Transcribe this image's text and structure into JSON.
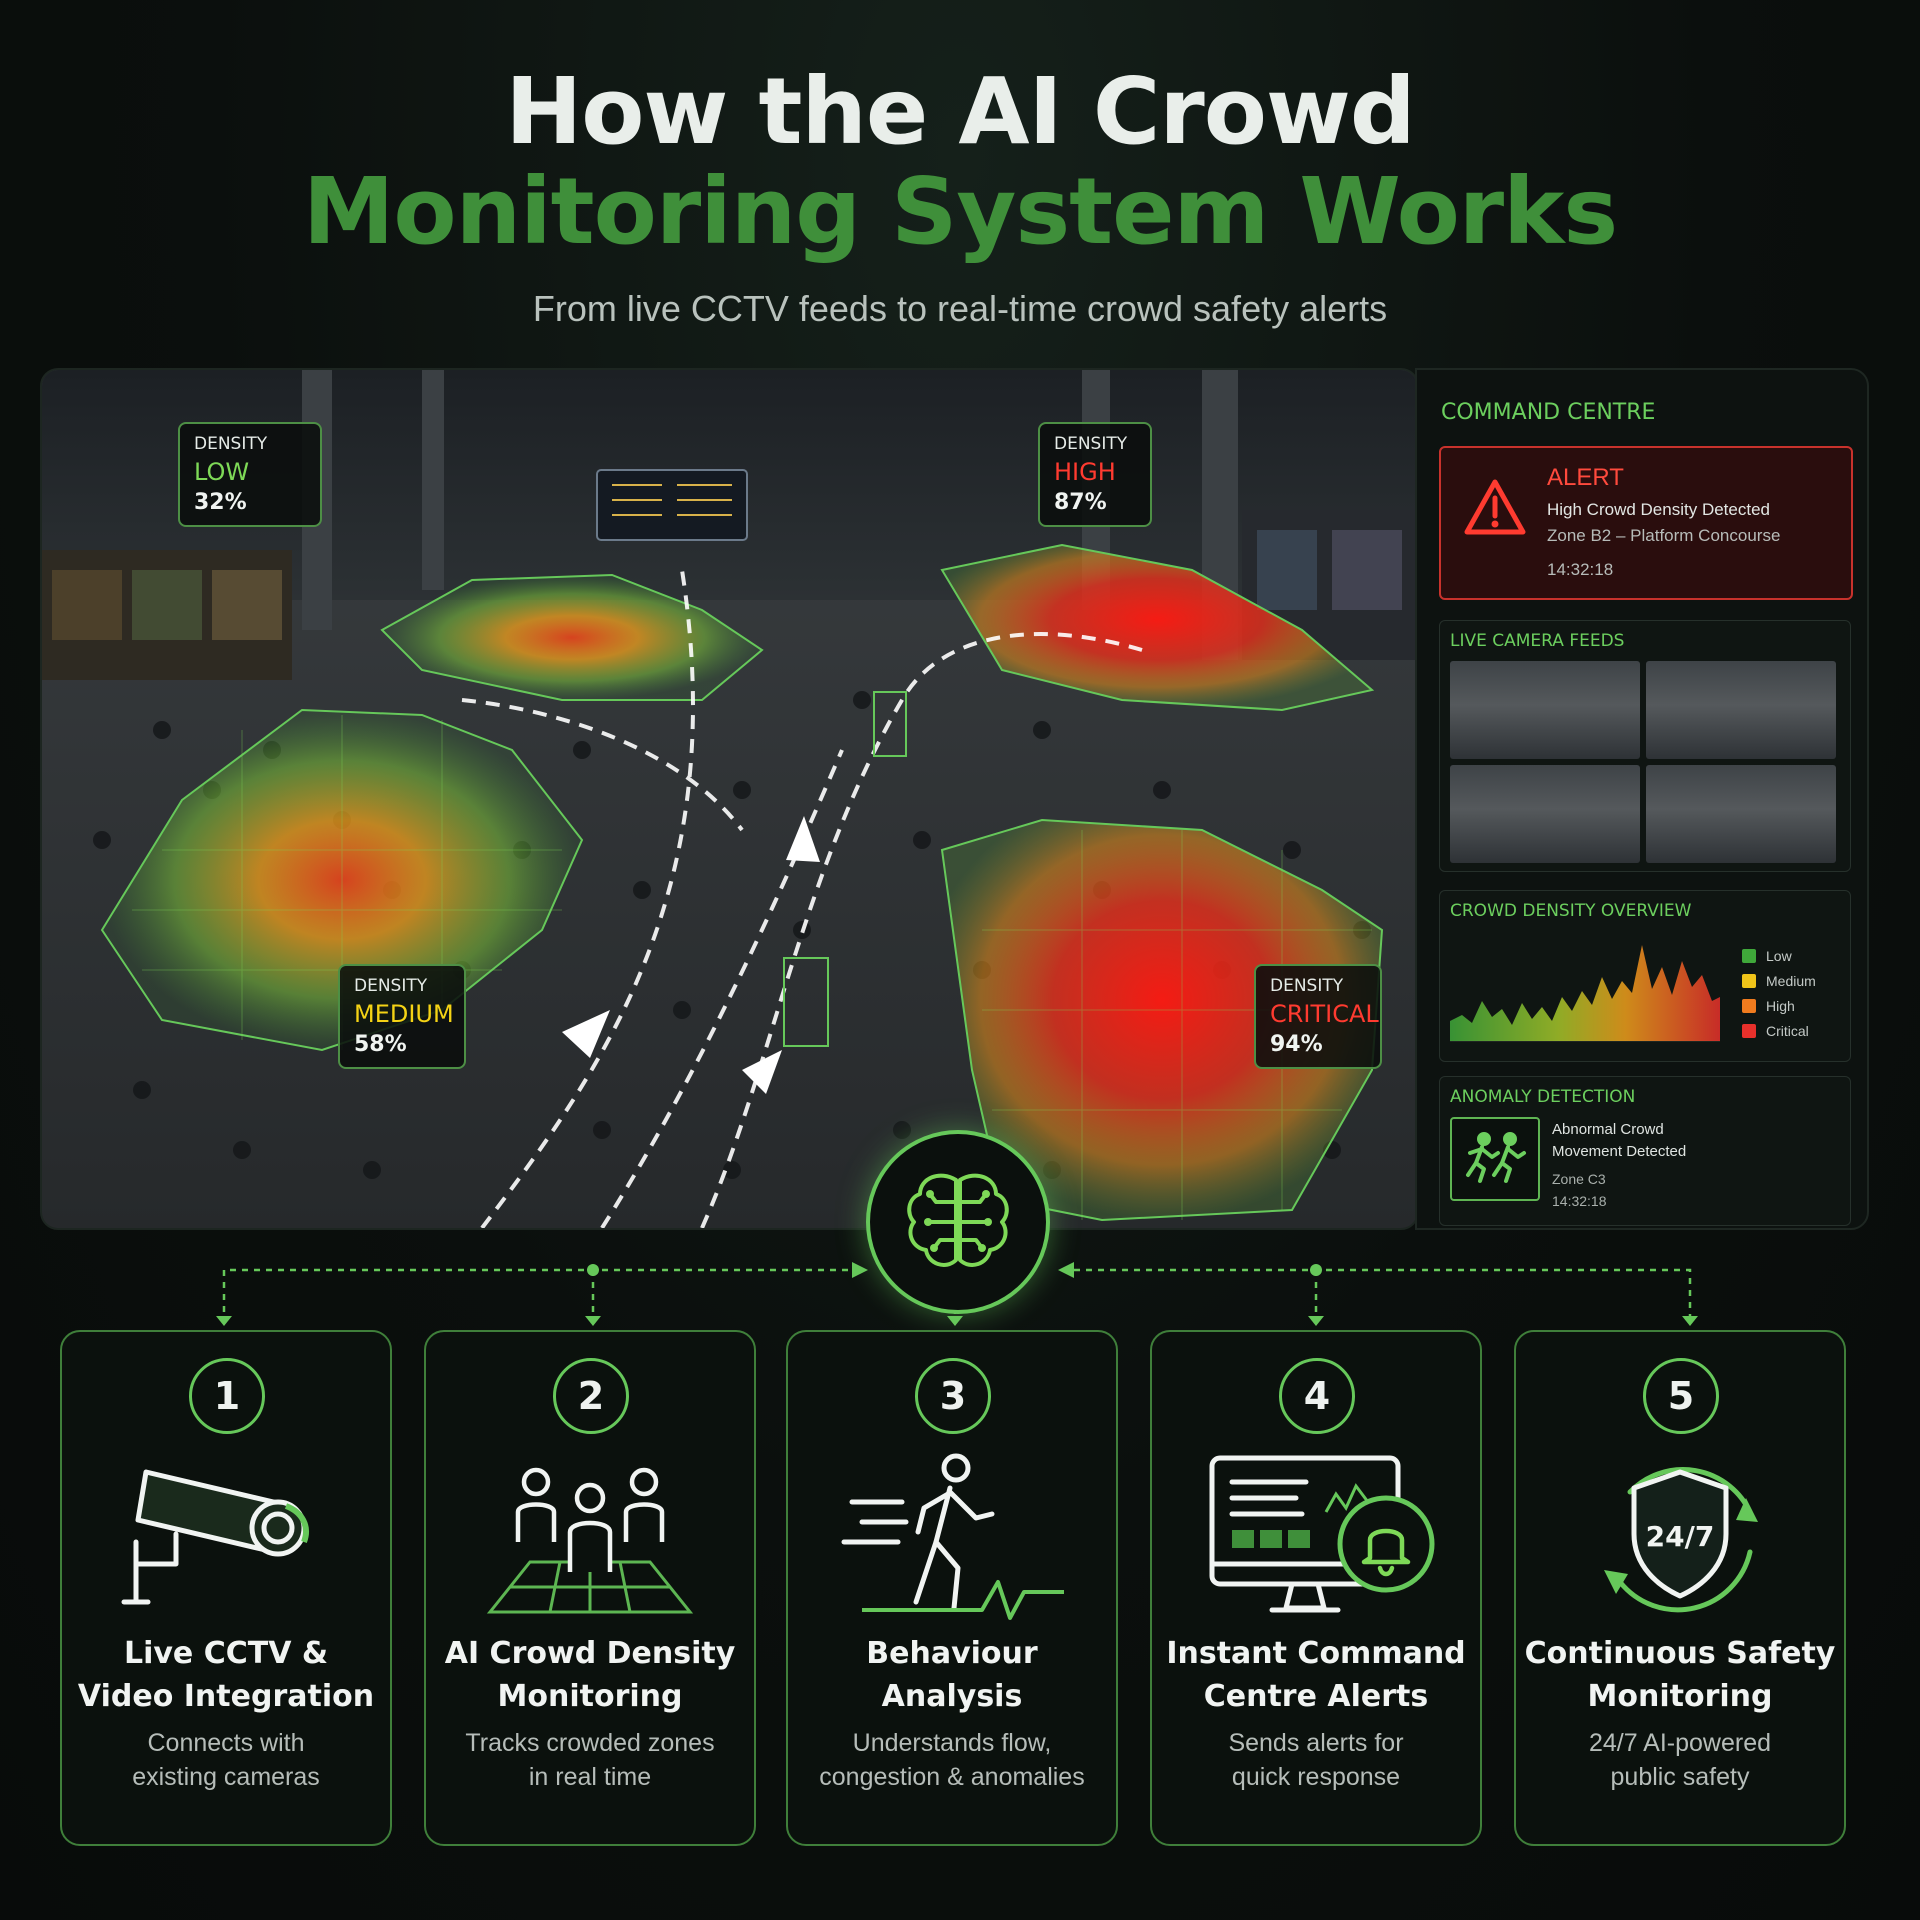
{
  "header": {
    "title_line1": "How the AI Crowd",
    "title_line2": "Monitoring System Works",
    "subtitle": "From live CCTV feeds to real-time crowd safety alerts"
  },
  "scene": {
    "density_key": "DENSITY",
    "zones": [
      {
        "level": "LOW",
        "value": "32%",
        "color": "#7ed957"
      },
      {
        "level": "HIGH",
        "value": "87%",
        "color": "#ff3b30"
      },
      {
        "level": "MEDIUM",
        "value": "58%",
        "color": "#f5d315"
      },
      {
        "level": "CRITICAL",
        "value": "94%",
        "color": "#ff3b30"
      }
    ]
  },
  "command_centre": {
    "title": "COMMAND CENTRE",
    "alert": {
      "title": "ALERT",
      "message": "High Crowd Density Detected",
      "location": "Zone B2 – Platform Concourse",
      "time": "14:32:18"
    },
    "feeds_title": "LIVE CAMERA FEEDS",
    "density_title": "CROWD DENSITY OVERVIEW",
    "legend": [
      {
        "label": "Low",
        "color": "#3fa83a"
      },
      {
        "label": "Medium",
        "color": "#f0c419"
      },
      {
        "label": "High",
        "color": "#f07b1e"
      },
      {
        "label": "Critical",
        "color": "#e8302b"
      }
    ],
    "anomaly": {
      "title": "ANOMALY DETECTION",
      "line1": "Abnormal Crowd",
      "line2": "Movement Detected",
      "zone": "Zone C3",
      "time": "14:32:18"
    }
  },
  "steps": [
    {
      "num": "1",
      "title1": "Live CCTV &",
      "title2": "Video Integration",
      "desc1": "Connects with",
      "desc2": "existing cameras"
    },
    {
      "num": "2",
      "title1": "AI Crowd Density",
      "title2": "Monitoring",
      "desc1": "Tracks crowded zones",
      "desc2": "in real time"
    },
    {
      "num": "3",
      "title1": "Behaviour",
      "title2": "Analysis",
      "desc1": "Understands flow,",
      "desc2": "congestion & anomalies"
    },
    {
      "num": "4",
      "title1": "Instant Command",
      "title2": "Centre Alerts",
      "desc1": "Sends alerts for",
      "desc2": "quick response"
    },
    {
      "num": "5",
      "title1": "Continuous Safety",
      "title2": "Monitoring",
      "desc1": "24/7 AI-powered",
      "desc2": "public safety",
      "badge": "24/7"
    }
  ],
  "icons": {
    "step1": "cctv-camera-icon",
    "step2": "crowd-grid-icon",
    "step3": "walking-person-icon",
    "step4": "monitor-bell-icon",
    "step5": "shield-cycle-icon",
    "hub": "ai-brain-icon",
    "alert": "warning-triangle-icon",
    "anomaly": "running-people-icon"
  },
  "colors": {
    "accent": "#66c85a",
    "title_green": "#3f8f3a",
    "alert_red": "#e8302b",
    "background": "#0b0f0d"
  }
}
